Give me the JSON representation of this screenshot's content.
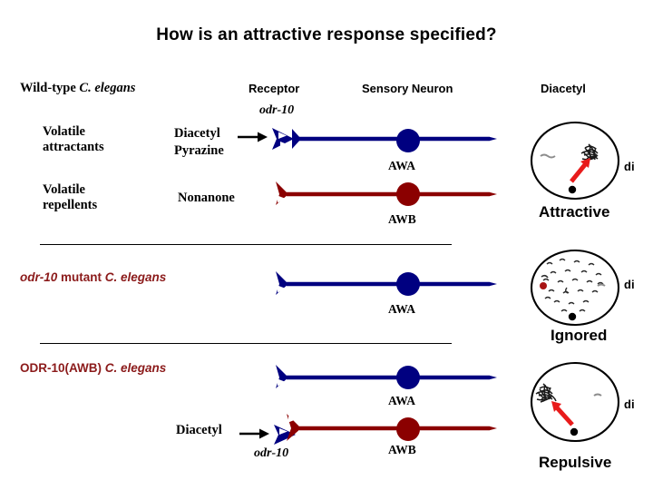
{
  "title": "How is an attractive response specified?",
  "headers": {
    "strain": "Wild-type C. elegans",
    "strain_plain": "Wild-type ",
    "strain_italic": "C. elegans",
    "receptor": "Receptor",
    "sensory_neuron": "Sensory Neuron",
    "diacetyl": "Diacetyl"
  },
  "rows": [
    {
      "id": "wildtype-attractant",
      "class_label_line1": "Volatile",
      "class_label_line2": "attractants",
      "ligand_line1": "Diacetyl",
      "ligand_line2": "Pyrazine",
      "gene": "odr-10",
      "neuron": "AWA",
      "color": "#000080"
    },
    {
      "id": "wildtype-repellent",
      "class_label_line1": "Volatile",
      "class_label_line2": "repellents",
      "ligand_line1": "Nonanone",
      "ligand_line2": "",
      "gene": "",
      "neuron": "AWB",
      "color": "#8B0000"
    },
    {
      "id": "odr10-mutant",
      "class_label_line1": "",
      "class_label_line2": "",
      "ligand_line1": "",
      "ligand_line2": "",
      "gene": "",
      "neuron": "AWA",
      "color": "#000080"
    },
    {
      "id": "odr10awb-awa",
      "class_label_line1": "",
      "class_label_line2": "",
      "ligand_line1": "",
      "ligand_line2": "",
      "gene": "",
      "neuron": "AWA",
      "color": "#000080"
    },
    {
      "id": "odr10awb-awb",
      "class_label_line1": "",
      "class_label_line2": "",
      "ligand_line1": "Diacetyl",
      "ligand_line2": "",
      "gene": "odr-10",
      "neuron": "AWB",
      "color": "#8B0000"
    }
  ],
  "strains": {
    "mutant_gene": "odr-10",
    "mutant_rest": " mutant ",
    "mutant_italic": "C. elegans",
    "transgene_name": "ODR-10(AWB)",
    "transgene_rest": " ",
    "transgene_italic": "C. elegans"
  },
  "assays": [
    {
      "id": "attractive",
      "outcome": "Attractive",
      "di": "di"
    },
    {
      "id": "ignored",
      "outcome": "Ignored",
      "di": "di"
    },
    {
      "id": "repulsive",
      "outcome": "Repulsive",
      "di": "di"
    }
  ],
  "colors": {
    "awa_blue": "#000080",
    "awb_red": "#8B0000",
    "strain_text_red": "#8B1A1A",
    "assay_arrow_red": "#E81B1B",
    "plate_outline": "#000000",
    "worm_gray": "#8C8C8C"
  }
}
